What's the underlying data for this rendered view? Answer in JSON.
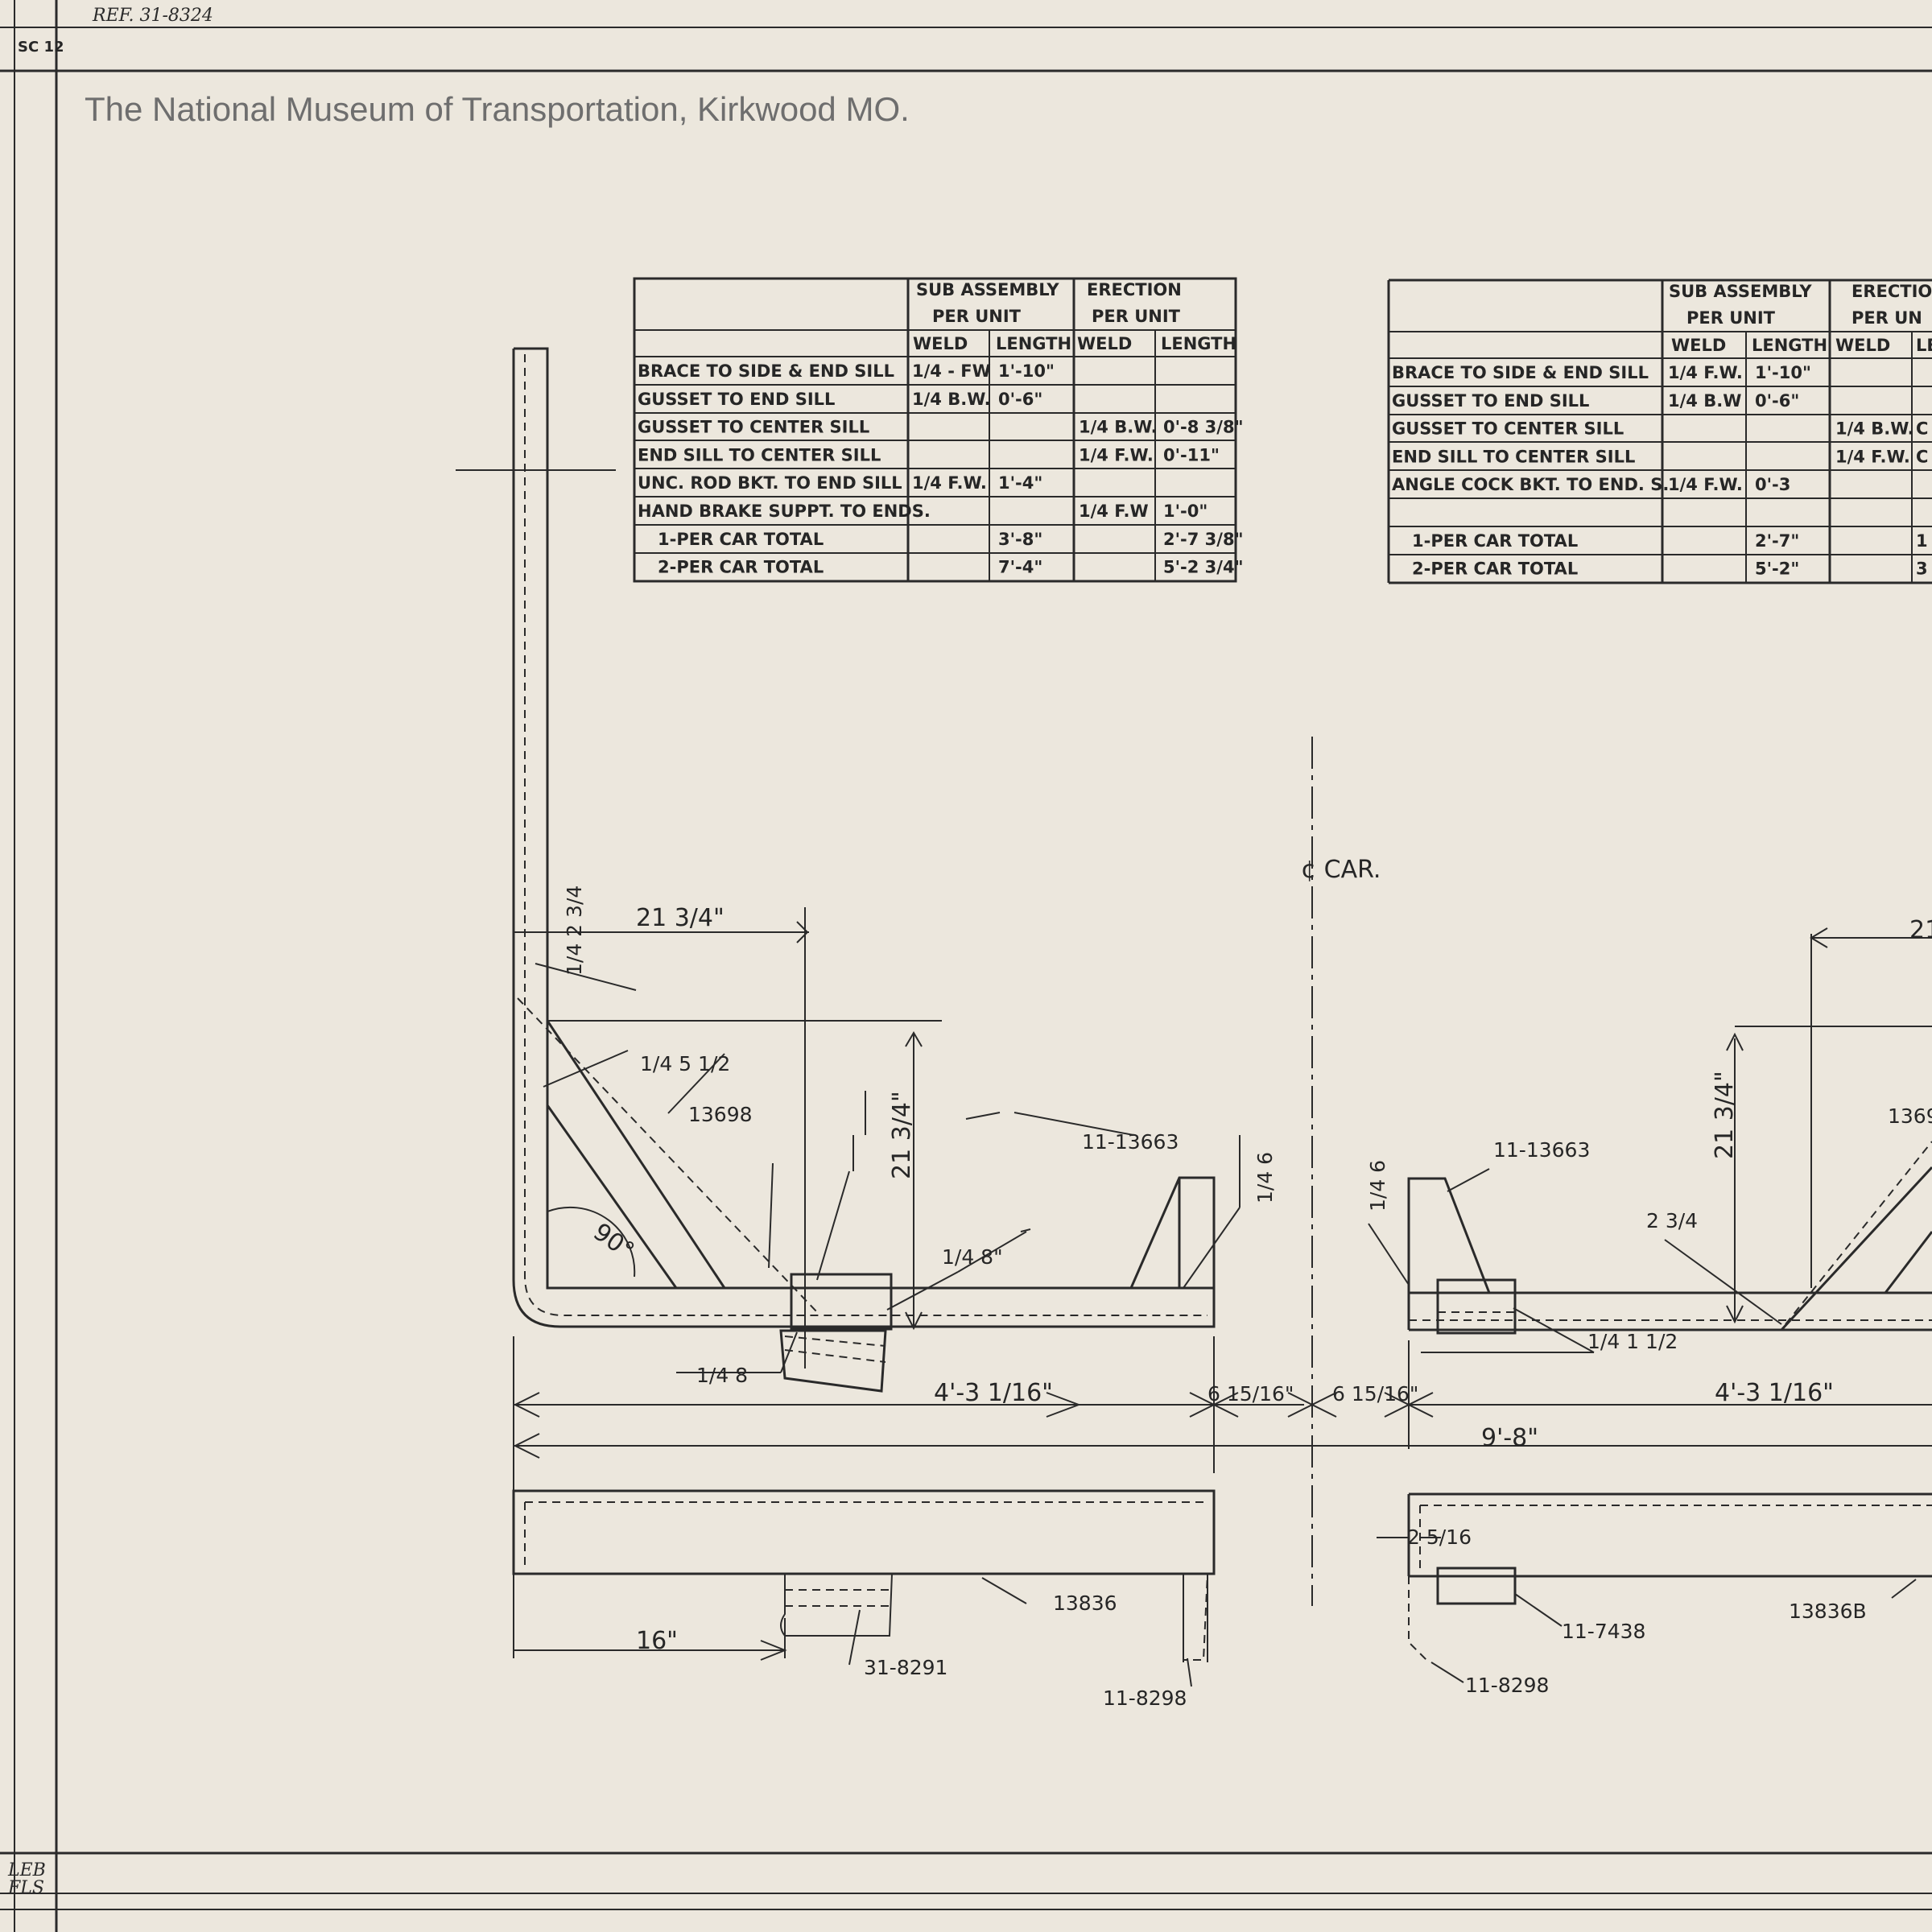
{
  "header": {
    "ref": "REF. 31-8324",
    "sheet_code": "SC 12"
  },
  "watermark": "The National Museum of Transportation, Kirkwood MO.",
  "initials": [
    "LEB",
    "FLS"
  ],
  "table_left": {
    "headers": {
      "sub": "SUB ASSEMBLY",
      "sub_unit": "PER UNIT",
      "erection": "ERECTION",
      "erection_unit": "PER UNIT",
      "weld": "WELD",
      "length": "LENGTH",
      "weld2": "WELD",
      "length2": "LENGTH"
    },
    "rows": [
      {
        "item": "BRACE TO SIDE & END SILL",
        "sub_weld": "1/4 - FW",
        "sub_len": "1'-10\"",
        "er_weld": "",
        "er_len": ""
      },
      {
        "item": "GUSSET TO END SILL",
        "sub_weld": "1/4 B.W.",
        "sub_len": "0'-6\"",
        "er_weld": "",
        "er_len": ""
      },
      {
        "item": "GUSSET TO CENTER SILL",
        "sub_weld": "",
        "sub_len": "",
        "er_weld": "1/4 B.W.",
        "er_len": "0'-8 3/8\""
      },
      {
        "item": "END SILL TO CENTER SILL",
        "sub_weld": "",
        "sub_len": "",
        "er_weld": "1/4 F.W.",
        "er_len": "0'-11\""
      },
      {
        "item": "UNC. ROD BKT. TO END SILL",
        "sub_weld": "1/4 F.W.",
        "sub_len": "1'-4\"",
        "er_weld": "",
        "er_len": ""
      },
      {
        "item": "HAND BRAKE SUPPT. TO ENDS.",
        "sub_weld": "",
        "sub_len": "",
        "er_weld": "1/4 F.W",
        "er_len": "1'-0\""
      },
      {
        "item": "1-PER CAR  TOTAL",
        "sub_weld": "",
        "sub_len": "3'-8\"",
        "er_weld": "",
        "er_len": "2'-7 3/8\""
      },
      {
        "item": "2-PER CAR  TOTAL",
        "sub_weld": "",
        "sub_len": "7'-4\"",
        "er_weld": "",
        "er_len": "5'-2 3/4\""
      }
    ]
  },
  "table_right": {
    "headers": {
      "sub": "SUB ASSEMBLY",
      "sub_unit": "PER UNIT",
      "erection": "ERECTIO",
      "erection_unit": "PER UN",
      "weld": "WELD",
      "length": "LENGTH",
      "weld2": "WELD",
      "length2": "LE"
    },
    "rows": [
      {
        "item": "BRACE TO SIDE & END SILL",
        "sub_weld": "1/4 F.W.",
        "sub_len": "1'-10\"",
        "er_weld": "",
        "er_len": ""
      },
      {
        "item": "GUSSET TO END SILL",
        "sub_weld": "1/4 B.W",
        "sub_len": "0'-6\"",
        "er_weld": "",
        "er_len": ""
      },
      {
        "item": "GUSSET TO CENTER SILL",
        "sub_weld": "",
        "sub_len": "",
        "er_weld": "1/4 B.W.",
        "er_len": "C"
      },
      {
        "item": "END SILL TO CENTER SILL",
        "sub_weld": "",
        "sub_len": "",
        "er_weld": "1/4 F.W.",
        "er_len": "C"
      },
      {
        "item": "ANGLE COCK BKT. TO END. S.",
        "sub_weld": "1/4 F.W.",
        "sub_len": "0'-3",
        "er_weld": "",
        "er_len": ""
      },
      {
        "item": "",
        "sub_weld": "",
        "sub_len": "",
        "er_weld": "",
        "er_len": ""
      },
      {
        "item": "1-PER  CAR TOTAL",
        "sub_weld": "",
        "sub_len": "2'-7\"",
        "er_weld": "",
        "er_len": "1"
      },
      {
        "item": "2-PER  CAR TOTAL",
        "sub_weld": "",
        "sub_len": "5'-2\"",
        "er_weld": "",
        "er_len": "3"
      }
    ]
  },
  "drawing": {
    "centerline": "¢ CAR.",
    "angle": "90°",
    "dims": {
      "d21_3_4_top": "21 3/4\"",
      "d21_3_4_vert": "21 3/4\"",
      "d4_3_left": "4'-3 1/16\"",
      "d6_15_left": "6 15/16\"",
      "d6_15_right": "6 15/16\"",
      "d4_3_right": "4'-3 1/16\"",
      "d9_8": "9'-8\"",
      "d16": "16\"",
      "d2_5": "2 5/16",
      "d21_right": "21",
      "d21_3_4_right": "21 3/4\""
    },
    "parts": {
      "p13698": "13698",
      "p11_13663_left": "11-13663",
      "p11_13663_right": "11-13663",
      "p13836": "13836",
      "p31_8291": "31-8291",
      "p11_8298_left": "11-8298",
      "p11_8298_right": "11-8298",
      "p11_7438": "11-7438",
      "p13836B": "13836B",
      "p1369": "1369"
    },
    "welds": {
      "w_quarter_2_3_4": "1/4  2 3/4",
      "w_quarter_5_1_2": "1/4  5 1/2",
      "w_quarter_8": "1/4  8\"",
      "w_quarter_8b": "1/4  8",
      "w_quarter_6": "1/4  6",
      "w_quarter_1_1_2": "1/4  1 1/2",
      "w_2_3_4": "2 3/4",
      "w_left_1_6": "1/4 6"
    }
  }
}
